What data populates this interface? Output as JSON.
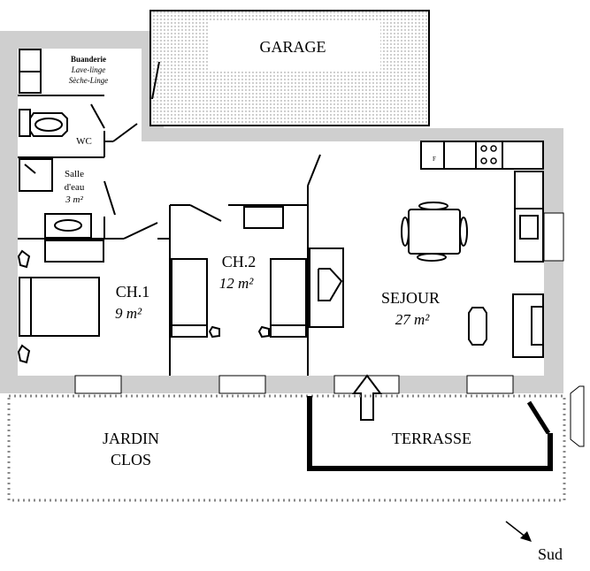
{
  "rooms": {
    "garage": "GARAGE",
    "buanderie": {
      "title": "Buanderie",
      "line1": "Lave-linge",
      "line2": "Sèche-Linge"
    },
    "wc": "WC",
    "salle_eau": {
      "line1": "Salle",
      "line2": "d'eau",
      "area": "3 m²"
    },
    "ch1": {
      "name": "CH.1",
      "area": "9 m²"
    },
    "ch2": {
      "name": "CH.2",
      "area": "12 m²"
    },
    "sejour": {
      "name": "SEJOUR",
      "area": "27 m²"
    },
    "terrasse": "TERRASSE",
    "jardin": {
      "line1": "JARDIN",
      "line2": "CLOS"
    }
  },
  "kitchen": {
    "fridge_label": "F"
  },
  "compass": {
    "label": "Sud"
  }
}
